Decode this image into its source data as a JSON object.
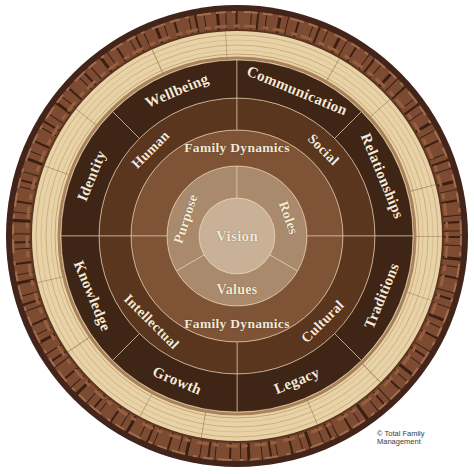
{
  "diagram": {
    "nodes": [
      {
        "text": [
          "Vision"
        ]
      },
      {
        "text": [
          "Purpose"
        ]
      },
      {
        "text": [
          "Roles"
        ]
      },
      {
        "text": [
          "Values"
        ]
      },
      {
        "text": [
          "Family Dynamics"
        ]
      },
      {
        "text": [
          "Family Dynamics"
        ]
      },
      {
        "text": [
          "Human"
        ]
      },
      {
        "text": [
          "Social"
        ]
      },
      {
        "text": [
          "Cultural"
        ]
      },
      {
        "text": [
          "Intellectual"
        ]
      },
      {
        "text": [
          "Identity"
        ]
      },
      {
        "text": [
          "Wellbeing"
        ]
      },
      {
        "text": [
          "Communication"
        ]
      },
      {
        "text": [
          "Relationships"
        ]
      },
      {
        "text": [
          "Traditions"
        ]
      },
      {
        "text": [
          "Legacy"
        ]
      },
      {
        "text": [
          "Growth"
        ]
      },
      {
        "text": [
          "Knowledge"
        ]
      }
    ],
    "labels": [
      "© Total Family Management"
    ]
  }
}
